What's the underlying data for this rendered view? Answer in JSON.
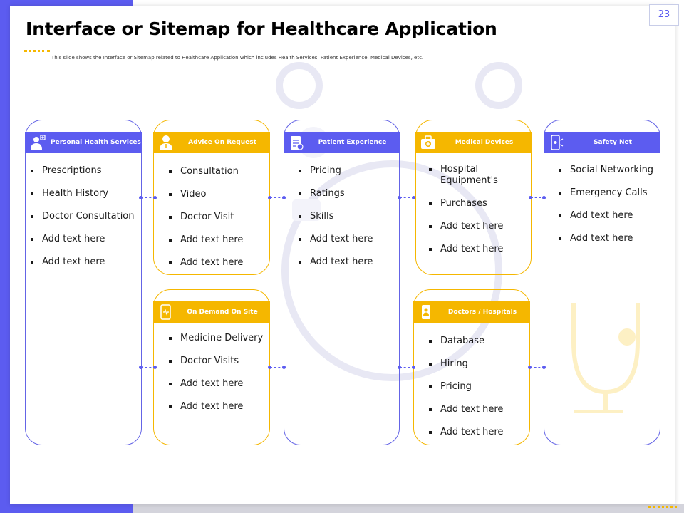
{
  "slide": {
    "page_number": "23",
    "title": "Interface or Sitemap for Healthcare Application",
    "subtitle": "This slide shows the Interface or Sitemap related to Healthcare Application which includes Health Services, Patient Experience, Medical Devices, etc."
  },
  "colors": {
    "blue": "#5c5cf0",
    "yellow": "#f5b700"
  },
  "cards": [
    {
      "id": "personal-health-services",
      "title": "Personal Health Services",
      "icon": "doctor-icon",
      "items": [
        "Prescriptions",
        "Health History",
        "Doctor Consultation",
        "Add text here",
        "Add text here"
      ]
    },
    {
      "id": "advice-on-request",
      "title": "Advice On Request",
      "icon": "doctor-avatar-icon",
      "items": [
        "Consultation",
        "Video",
        "Doctor Visit",
        "Add text here",
        "Add text here"
      ]
    },
    {
      "id": "on-demand-on-site",
      "title": "On Demand On Site",
      "icon": "mobile-health-icon",
      "items": [
        "Medicine Delivery",
        "Doctor Visits",
        "Add text here",
        "Add text here"
      ]
    },
    {
      "id": "patient-experience",
      "title": "Patient Experience",
      "icon": "clipboard-icon",
      "items": [
        "Pricing",
        "Ratings",
        "Skills",
        "Add text here",
        "Add text here"
      ]
    },
    {
      "id": "medical-devices",
      "title": "Medical Devices",
      "icon": "medical-kit-icon",
      "items": [
        "Hospital Equipment's",
        "Purchases",
        "Add text here",
        "Add text here"
      ]
    },
    {
      "id": "doctors-hospitals",
      "title": "Doctors / Hospitals",
      "icon": "phone-doctor-icon",
      "items": [
        "Database",
        "Hiring",
        "Pricing",
        "Add text here",
        "Add text here"
      ]
    },
    {
      "id": "safety-net",
      "title": "Safety Net",
      "icon": "phone-network-icon",
      "items": [
        "Social Networking",
        "Emergency Calls",
        "Add text here",
        "Add text here"
      ]
    }
  ]
}
